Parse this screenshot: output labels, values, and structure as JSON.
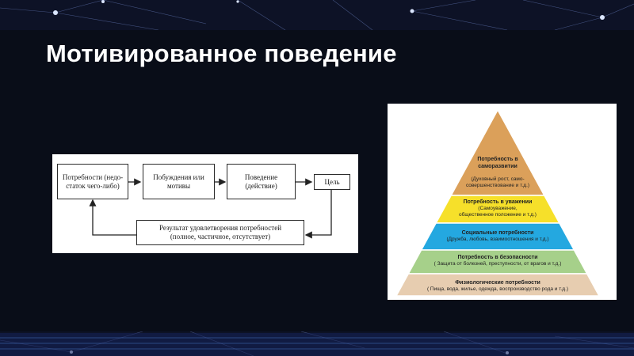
{
  "slide": {
    "title": "Мотивированное поведение"
  },
  "flow": {
    "needs_line1": "Потребности (недо-",
    "needs_line2": "статок чего-либо)",
    "urges_line1": "Побуждения или",
    "urges_line2": "мотивы",
    "behavior_line1": "Поведение",
    "behavior_line2": "(действие)",
    "goal": "Цель",
    "result_line1": "Результат удовлетворения потребностей",
    "result_line2": "(полное, частичное, отсутствует)"
  },
  "pyramid": {
    "levels": [
      {
        "heading_line1": "Потребность в",
        "heading_line2": "саморазвитии",
        "detail_line1": "(Духовный рост, само-",
        "detail_line2": "совершенствование и т.д.)",
        "color": "#dba05a"
      },
      {
        "heading_line1": "Потребность в уважении",
        "detail_line1": "(Самоуважение,",
        "detail_line2": "общественное положение и т.д.)",
        "color": "#f6e02a"
      },
      {
        "heading_line1": "Социальные потребности",
        "detail_line1": "(Дружба, любовь, взаимоотношения и т.д.)",
        "color": "#24a8e0"
      },
      {
        "heading_line1": "Потребность в безопасности",
        "detail_line1": "( Защита от болезней, преступности, от врагов и т.д.)",
        "color": "#a6d08a"
      },
      {
        "heading_line1": "Физиологические потребности",
        "detail_line1": "( Пища, вода, жилье, одежда, воспроизводство рода и т.д.)",
        "color": "#e7cdb0"
      }
    ]
  }
}
